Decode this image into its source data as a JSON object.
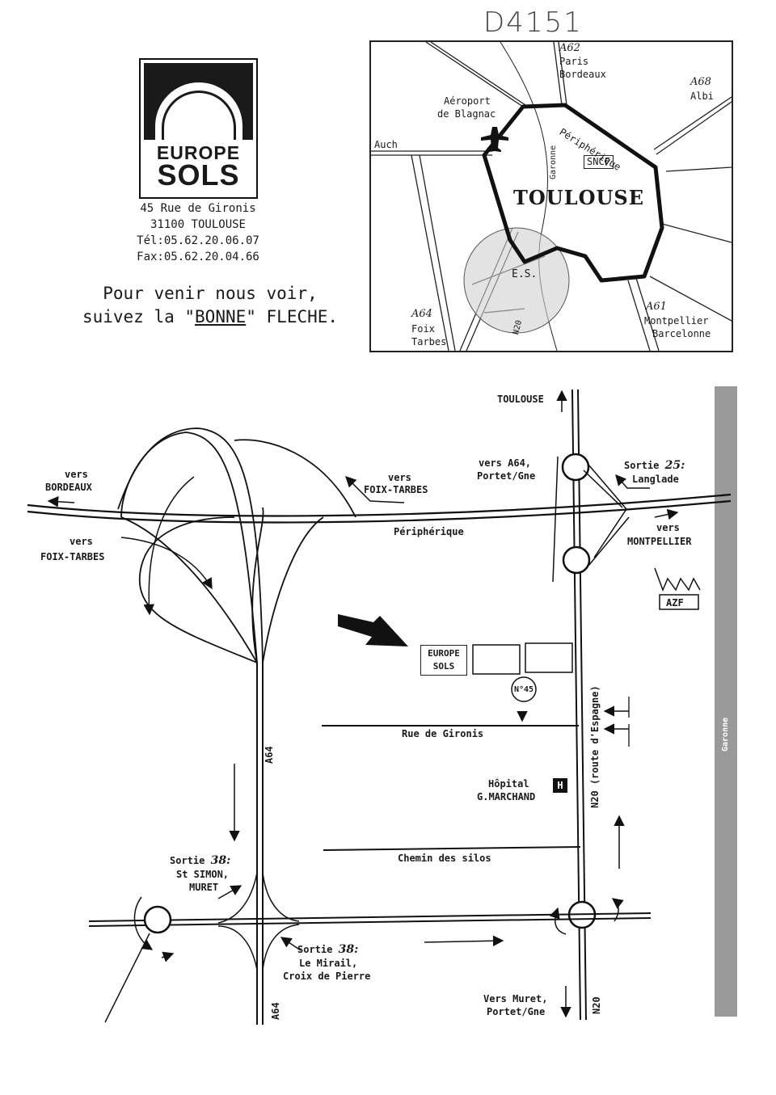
{
  "annotation": "D4151",
  "logo": {
    "line1": "EUROPE",
    "line2": "SOLS"
  },
  "address": {
    "street": "45 Rue de Gironis",
    "city": "31100 TOULOUSE",
    "tel": "Tél:05.62.20.06.07",
    "fax": "Fax:05.62.20.04.66"
  },
  "tagline": {
    "line1": "Pour venir nous voir,",
    "line2_pre": "suivez la \"",
    "line2_u": "BONNE",
    "line2_post": "\" FLECHE."
  },
  "inset": {
    "a62": "A62",
    "a62_dest1": "Paris",
    "a62_dest2": "Bordeaux",
    "a68": "A68",
    "a68_dest": "Albi",
    "airport1": "Aéroport",
    "airport2": "de Blagnac",
    "periph": "Périphérique",
    "auch": "Auch",
    "garonne": "Garonne",
    "sncf": "SNCF",
    "city": "TOULOUSE",
    "es": "E.S.",
    "n20": "N20",
    "a64": "A64",
    "a64_dest1": "Foix",
    "a64_dest2": "Tarbes",
    "a61": "A61",
    "a61_dest1": "Montpellier",
    "a61_dest2": "Barcelonne"
  },
  "main": {
    "toulouse": "TOULOUSE",
    "vers1": "vers",
    "bordeaux": "BORDEAUX",
    "vers2": "vers",
    "foix_tarbes_top": "FOIX-TARBES",
    "vers_a64": "vers A64,",
    "portet": "Portet/Gne",
    "sortie25": "Sortie",
    "sortie25_num": "25:",
    "langlade": "Langlade",
    "periph": "Périphérique",
    "vers3": "vers",
    "foix_tarbes_left": "FOIX-TARBES",
    "vers4": "vers",
    "montpellier": "MONTPELLIER",
    "azf": "AZF",
    "europe_sols1": "EUROPE",
    "europe_sols2": "SOLS",
    "n45": "N°45",
    "rue_gironis": "Rue de Gironis",
    "n20_route": "N20 (route d'Espagne)",
    "garonne": "Garonne",
    "a64_top": "A64",
    "hopital1": "Hôpital",
    "hopital2": "G.MARCHAND",
    "h": "H",
    "chemin": "Chemin des silos",
    "sortie38_top": "Sortie",
    "num38_top": "38:",
    "st_simon": "St SIMON,",
    "muret": "MURET",
    "sortie38_bot": "Sortie",
    "num38_bot": "38:",
    "mirail": "Le Mirail,",
    "croix": "Croix de Pierre",
    "a64_bottom": "A64",
    "vers_muret": "Vers Muret,",
    "portet_bot": "Portet/Gne",
    "n20_bottom": "N20"
  }
}
